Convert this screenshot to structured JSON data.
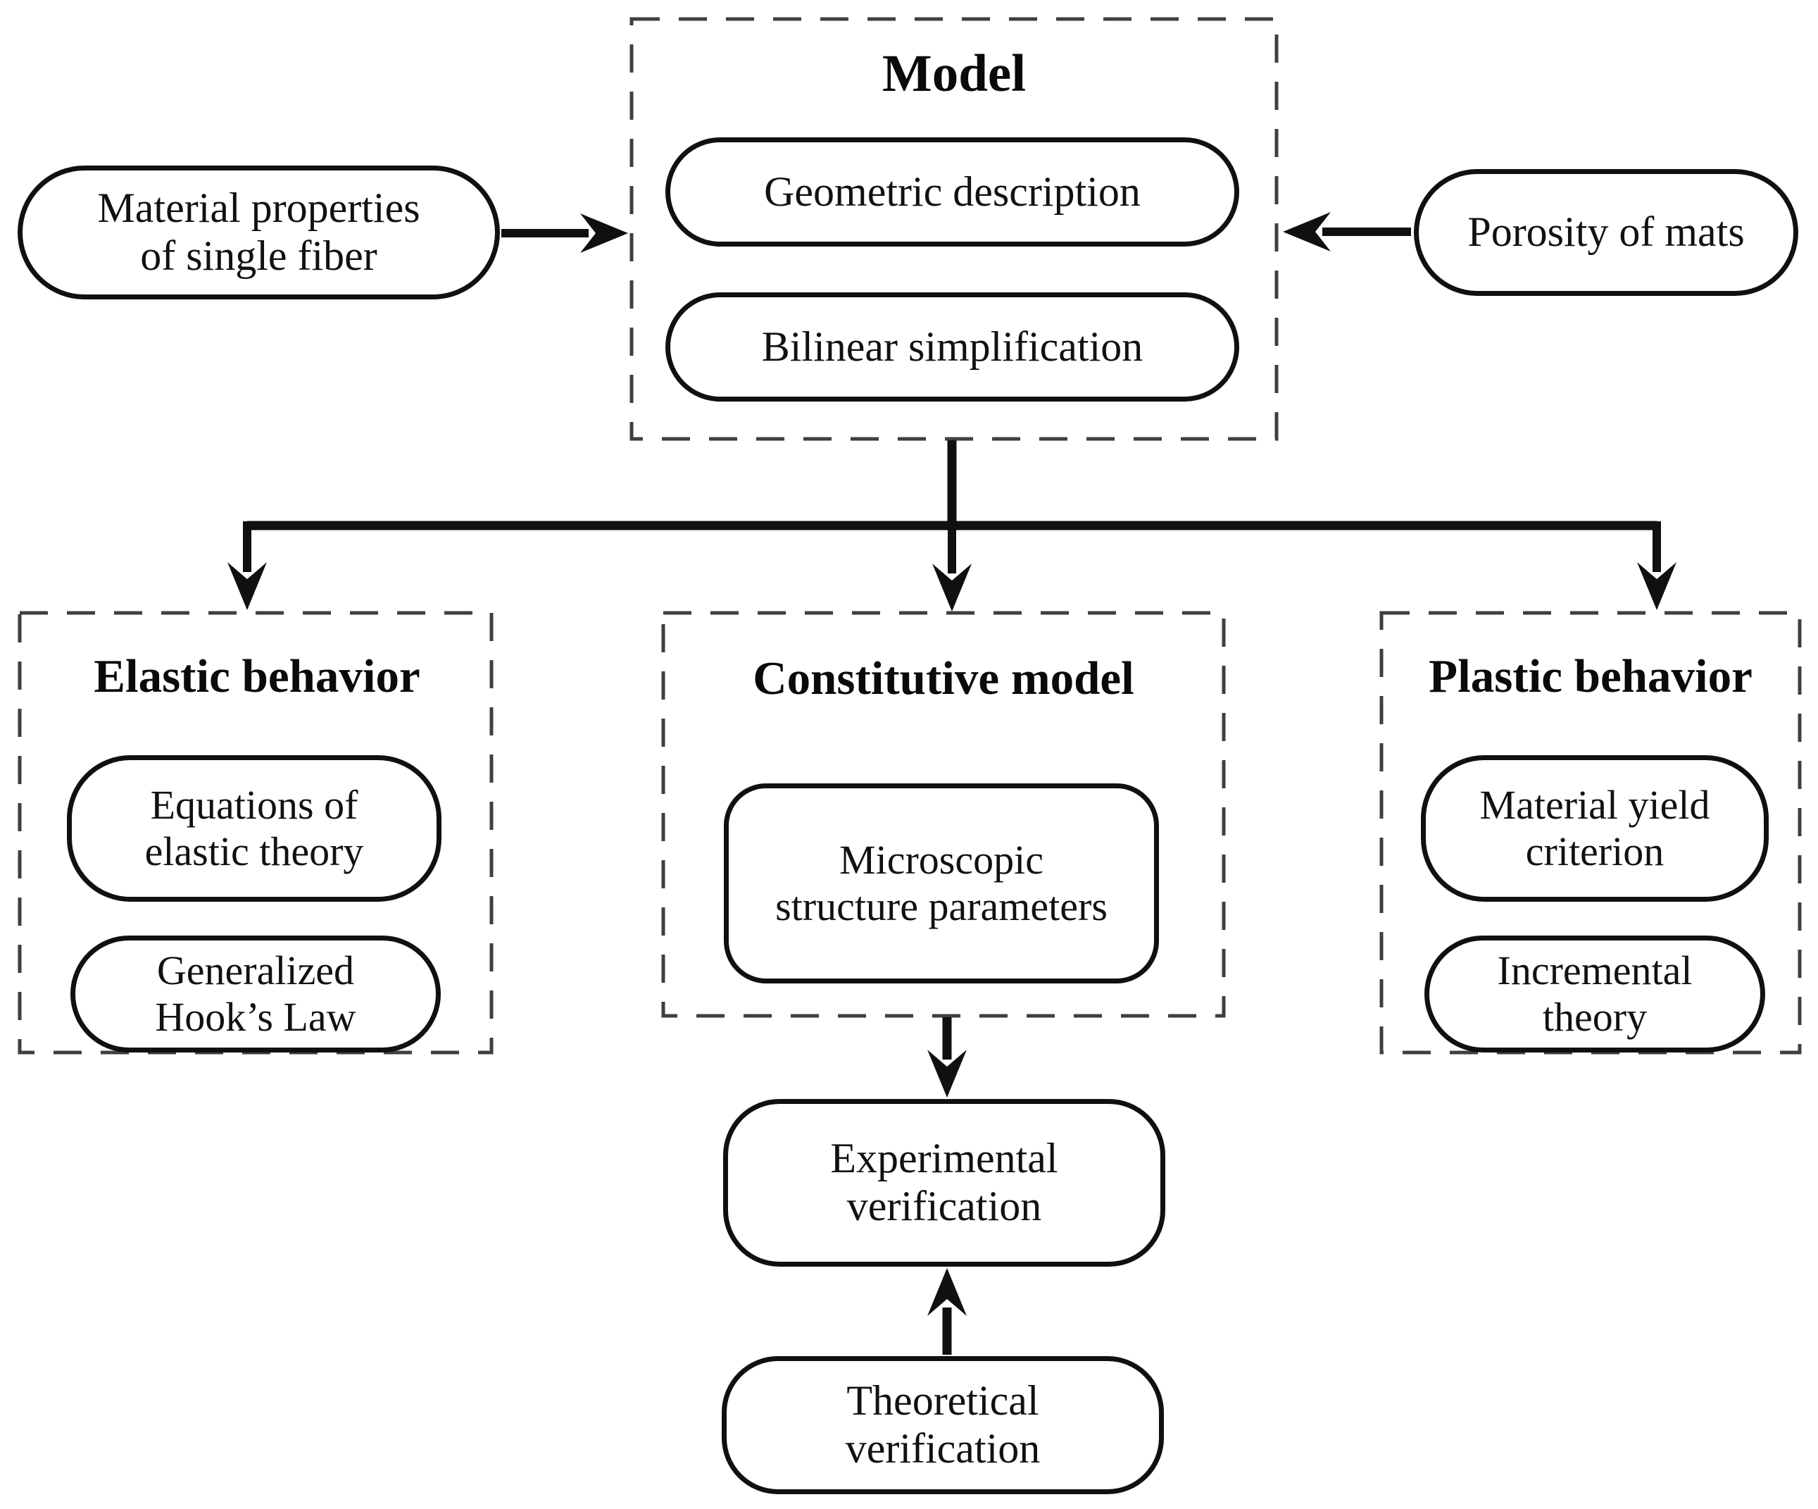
{
  "model": {
    "title": "Model",
    "geometric": "Geometric description",
    "bilinear": "Bilinear simplification"
  },
  "inputs": {
    "material": "Material properties\nof single fiber",
    "porosity": "Porosity of mats"
  },
  "branches": {
    "elastic": {
      "title": "Elastic behavior",
      "equations": "Equations of\nelastic theory",
      "generalized": "Generalized\nHook’s Law"
    },
    "constitutive": {
      "title": "Constitutive model",
      "microscopic": "Microscopic\nstructure parameters"
    },
    "plastic": {
      "title": "Plastic behavior",
      "yield": "Material yield\ncriterion",
      "incremental": "Incremental\ntheory"
    }
  },
  "verification": {
    "experimental": "Experimental\nverification",
    "theoretical": "Theoretical\nverification"
  },
  "colors": {
    "ink": "#101010",
    "dash_border": "#3f3f3f",
    "background": "#ffffff"
  }
}
